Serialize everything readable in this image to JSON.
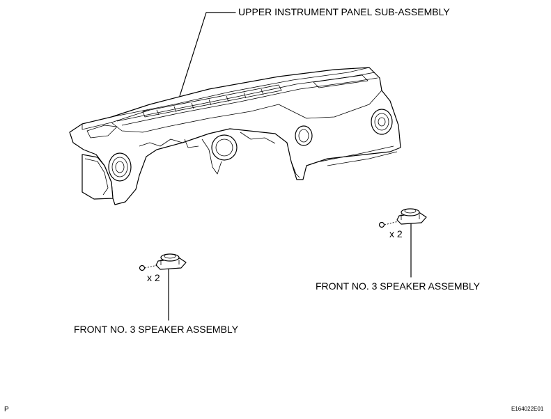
{
  "labels": {
    "upper_panel": "UPPER INSTRUMENT PANEL SUB-ASSEMBLY",
    "speaker_left": "FRONT NO. 3 SPEAKER ASSEMBLY",
    "speaker_right": "FRONT NO. 3 SPEAKER ASSEMBLY",
    "qty_left": "x 2",
    "qty_right": "x 2",
    "corner_left": "P",
    "figure_id": "E164022E01"
  }
}
